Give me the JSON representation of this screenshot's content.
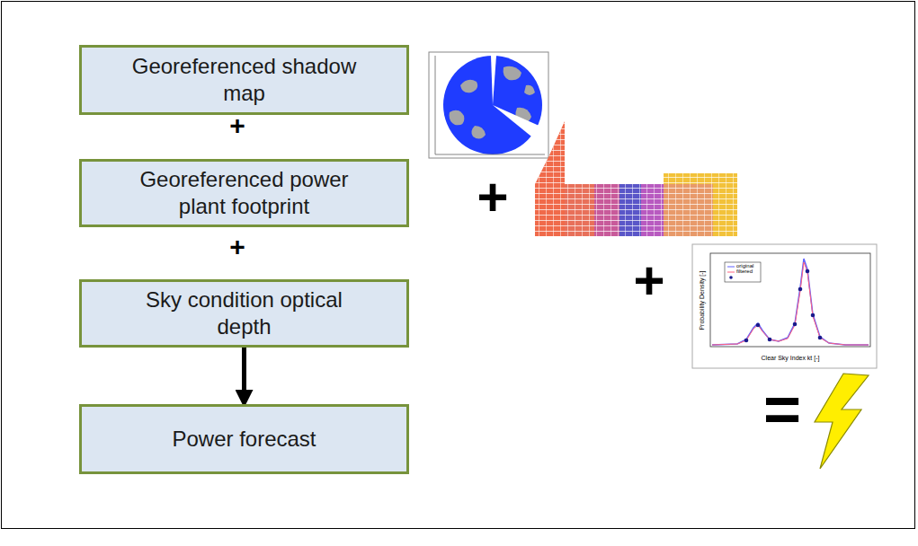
{
  "diagram": {
    "nodes": [
      {
        "text": [
          "Georeferenced shadow map"
        ]
      },
      {
        "text": [
          "Georeferenced power plant footprint"
        ]
      },
      {
        "text": [
          "Sky condition optical depth"
        ]
      },
      {
        "text": [
          "Power forecast"
        ]
      }
    ],
    "edges": [
      {
        "from": 2,
        "to": 3,
        "arrow": "to"
      }
    ],
    "labels": [
      "+",
      "+",
      "+",
      "+",
      "=",
      "original",
      "filtered",
      "Clear Sky Index kt [-]",
      "Probability Density [-]"
    ]
  }
}
